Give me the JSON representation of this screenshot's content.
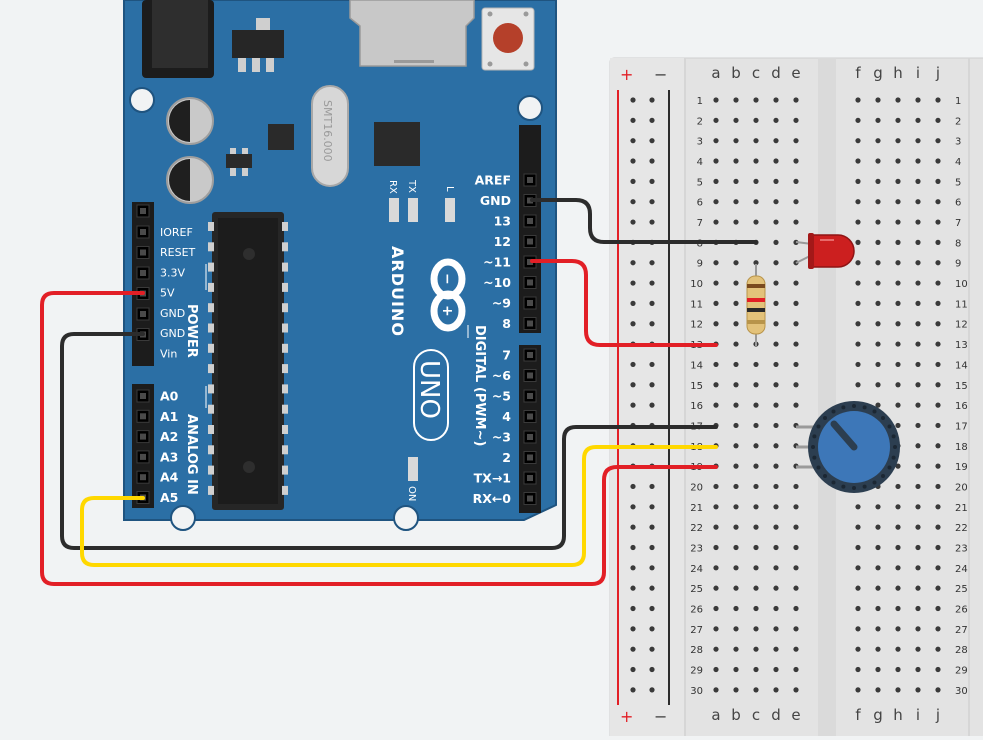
{
  "arduino": {
    "brand": "ARDUINO",
    "model": "UNO",
    "crystal": "SMT16.000",
    "led_labels": {
      "rx": "RX",
      "tx": "TX",
      "l": "L",
      "on": "ON"
    },
    "power": {
      "section": "POWER",
      "pins": [
        "IOREF",
        "RESET",
        "3.3V",
        "5V",
        "GND",
        "GND",
        "Vin"
      ]
    },
    "analog": {
      "section": "ANALOG IN",
      "pins": [
        "A0",
        "A1",
        "A2",
        "A3",
        "A4",
        "A5"
      ]
    },
    "digital": {
      "section": "DIGITAL (PWM~)",
      "upper_pins": [
        "AREF",
        "GND",
        "13",
        "12",
        "~11",
        "~10",
        "~9",
        "8"
      ],
      "lower_pins": [
        "7",
        "~6",
        "~5",
        "4",
        "~3",
        "2",
        "TX→1",
        "RX←0"
      ]
    }
  },
  "breadboard": {
    "rail_plus": "+",
    "rail_minus": "−",
    "left_columns": [
      "a",
      "b",
      "c",
      "d",
      "e"
    ],
    "right_columns": [
      "f",
      "g",
      "h",
      "i",
      "j"
    ],
    "row_count": 30
  },
  "colors": {
    "board": "#2b6fa5",
    "board_dark": "#1f5480",
    "wire_red": "#e21f26",
    "wire_black": "#2c2c2c",
    "wire_yellow": "#ffd800",
    "breadboard": "#e3e3e3",
    "led_red": "#cc1f1f",
    "pot": "#3d77b8",
    "rail_red": "#e21f26"
  }
}
